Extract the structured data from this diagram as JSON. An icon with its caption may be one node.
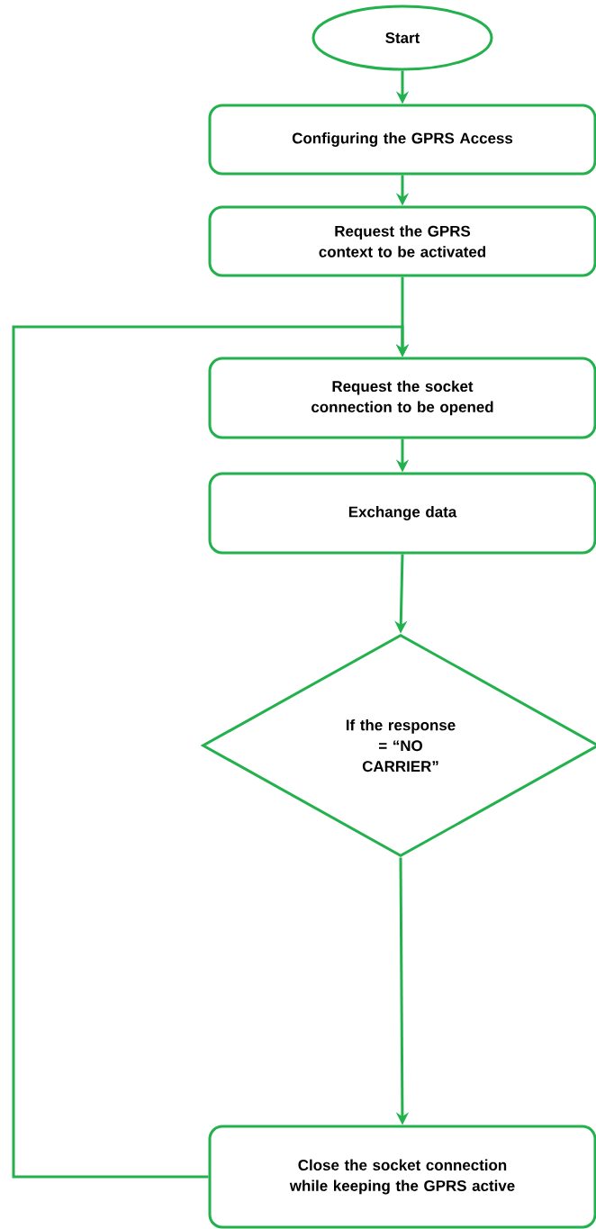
{
  "diagram": {
    "nodes": [
      {
        "text": [
          "Start"
        ]
      },
      {
        "text": [
          "Configuring the GPRS Access"
        ]
      },
      {
        "text": [
          "Request the GPRS context to be activated"
        ]
      },
      {
        "text": [
          "Request the socket connection to be opened"
        ]
      },
      {
        "text": [
          "Exchange data"
        ]
      },
      {
        "text": [
          "If the response = “NO CARRIER”"
        ]
      },
      {
        "text": [
          "Close the socket connection while keeping the GPRS active"
        ]
      }
    ],
    "edges": [
      {
        "from": 0,
        "to": 1,
        "arrow": "to"
      },
      {
        "from": 1,
        "to": 2,
        "arrow": "to"
      },
      {
        "from": 2,
        "to": 3,
        "arrow": "to"
      },
      {
        "from": 3,
        "to": 4,
        "arrow": "to"
      },
      {
        "from": 4,
        "to": 5,
        "arrow": "to"
      },
      {
        "from": 5,
        "to": 6,
        "arrow": "to"
      },
      {
        "from": 6,
        "to": 3,
        "arrow": "to"
      }
    ]
  }
}
